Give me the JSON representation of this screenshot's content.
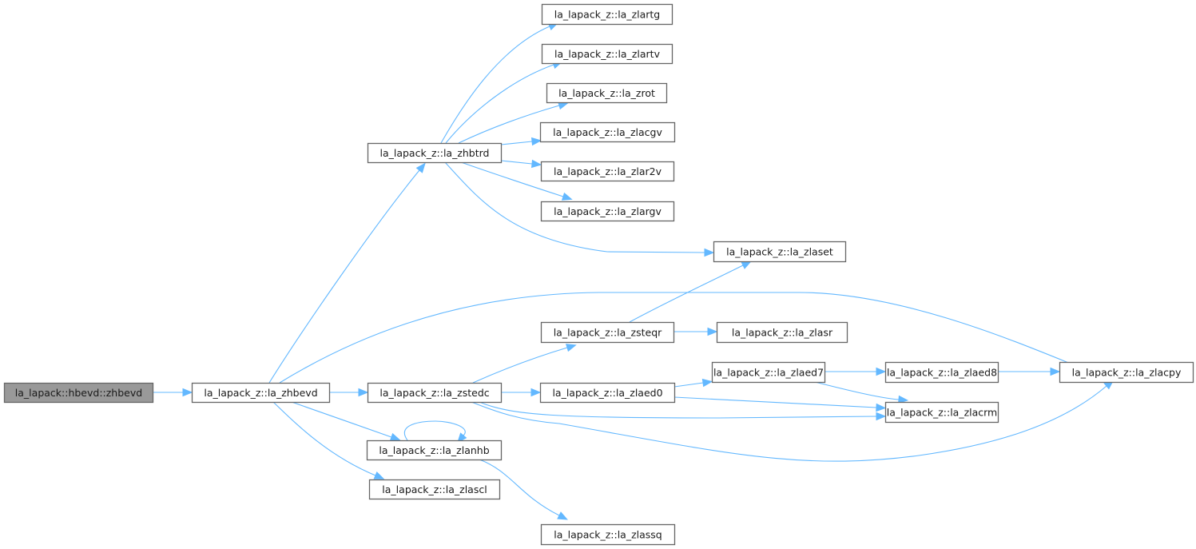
{
  "diagram": {
    "title": "Call graph for la_lapack::hbevd::zhbevd",
    "colors": {
      "edge": "#63b8ff",
      "node_border": "#666666",
      "root_fill": "#999999",
      "node_fill": "#ffffff"
    },
    "nodes": [
      {
        "id": "zhbevd_root",
        "label": "la_lapack::hbevd::zhbevd",
        "root": true
      },
      {
        "id": "la_zhbevd",
        "label": "la_lapack_z::la_zhbevd"
      },
      {
        "id": "la_zhbtrd",
        "label": "la_lapack_z::la_zhbtrd"
      },
      {
        "id": "la_zstedc",
        "label": "la_lapack_z::la_zstedc"
      },
      {
        "id": "la_zlanhb",
        "label": "la_lapack_z::la_zlanhb"
      },
      {
        "id": "la_zlascl",
        "label": "la_lapack_z::la_zlascl"
      },
      {
        "id": "la_zlartg",
        "label": "la_lapack_z::la_zlartg"
      },
      {
        "id": "la_zlartv",
        "label": "la_lapack_z::la_zlartv"
      },
      {
        "id": "la_zrot",
        "label": "la_lapack_z::la_zrot"
      },
      {
        "id": "la_zlacgv",
        "label": "la_lapack_z::la_zlacgv"
      },
      {
        "id": "la_zlar2v",
        "label": "la_lapack_z::la_zlar2v"
      },
      {
        "id": "la_zlargv",
        "label": "la_lapack_z::la_zlargv"
      },
      {
        "id": "la_zlaset",
        "label": "la_lapack_z::la_zlaset"
      },
      {
        "id": "la_zsteqr",
        "label": "la_lapack_z::la_zsteqr"
      },
      {
        "id": "la_zlasr",
        "label": "la_lapack_z::la_zlasr"
      },
      {
        "id": "la_zlaed0",
        "label": "la_lapack_z::la_zlaed0"
      },
      {
        "id": "la_zlaed7",
        "label": "la_lapack_z::la_zlaed7"
      },
      {
        "id": "la_zlaed8",
        "label": "la_lapack_z::la_zlaed8"
      },
      {
        "id": "la_zlacpy",
        "label": "la_lapack_z::la_zlacpy"
      },
      {
        "id": "la_zlacrm",
        "label": "la_lapack_z::la_zlacrm"
      },
      {
        "id": "la_zlassq",
        "label": "la_lapack_z::la_zlassq"
      }
    ],
    "edges": [
      {
        "from": "zhbevd_root",
        "to": "la_zhbevd"
      },
      {
        "from": "la_zhbevd",
        "to": "la_zhbtrd"
      },
      {
        "from": "la_zhbevd",
        "to": "la_zlacpy"
      },
      {
        "from": "la_zhbevd",
        "to": "la_zstedc"
      },
      {
        "from": "la_zhbevd",
        "to": "la_zlanhb"
      },
      {
        "from": "la_zhbevd",
        "to": "la_zlascl"
      },
      {
        "from": "la_zhbtrd",
        "to": "la_zlartg"
      },
      {
        "from": "la_zhbtrd",
        "to": "la_zlartv"
      },
      {
        "from": "la_zhbtrd",
        "to": "la_zrot"
      },
      {
        "from": "la_zhbtrd",
        "to": "la_zlacgv"
      },
      {
        "from": "la_zhbtrd",
        "to": "la_zlar2v"
      },
      {
        "from": "la_zhbtrd",
        "to": "la_zlargv"
      },
      {
        "from": "la_zhbtrd",
        "to": "la_zlaset"
      },
      {
        "from": "la_zstedc",
        "to": "la_zsteqr"
      },
      {
        "from": "la_zstedc",
        "to": "la_zlaed0"
      },
      {
        "from": "la_zstedc",
        "to": "la_zlacrm"
      },
      {
        "from": "la_zstedc",
        "to": "la_zlacpy"
      },
      {
        "from": "la_zsteqr",
        "to": "la_zlaset"
      },
      {
        "from": "la_zsteqr",
        "to": "la_zlasr"
      },
      {
        "from": "la_zlaed0",
        "to": "la_zlaed7"
      },
      {
        "from": "la_zlaed0",
        "to": "la_zlacrm"
      },
      {
        "from": "la_zlaed7",
        "to": "la_zlaed8"
      },
      {
        "from": "la_zlaed7",
        "to": "la_zlacrm"
      },
      {
        "from": "la_zlaed8",
        "to": "la_zlacpy"
      },
      {
        "from": "la_zlanhb",
        "to": "la_zlanhb"
      },
      {
        "from": "la_zlanhb",
        "to": "la_zlassq"
      }
    ]
  }
}
